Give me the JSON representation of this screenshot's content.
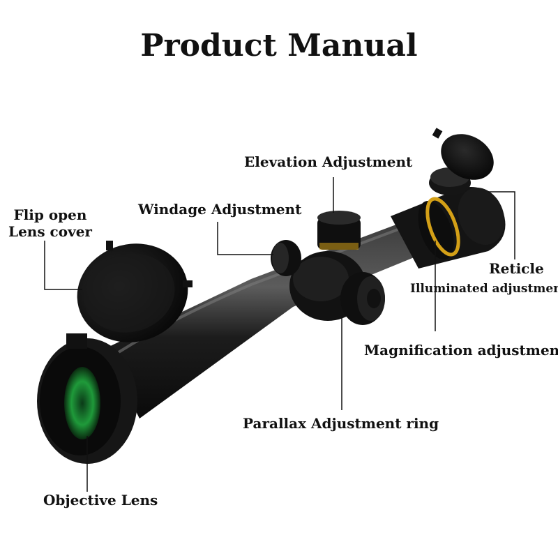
{
  "title": "Product Manual",
  "labels": {
    "elevation": "Elevation Adjustment",
    "windage": "Windage Adjustment",
    "flip_line1": "Flip open",
    "flip_line2": "Lens cover",
    "reticle": "Reticle",
    "illuminated": "Illuminated adjustment",
    "magnification": "Magnification adjustment",
    "parallax": "Parallax Adjustment ring",
    "objective": "Objective Lens"
  },
  "colors": {
    "scope_body": "#1a1a1a",
    "highlight": "#6b6b6b",
    "brass_accent": "#d4a017",
    "lens_green": "#1f9a3a",
    "leader_line": "#111111"
  }
}
